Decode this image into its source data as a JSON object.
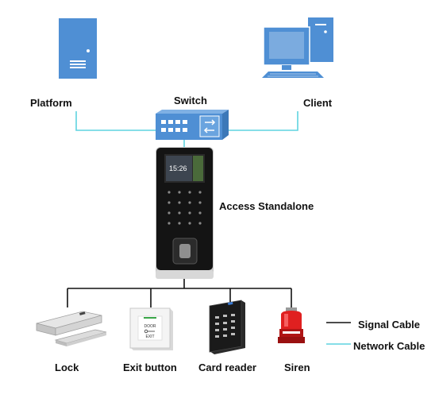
{
  "nodes": {
    "platform": "Platform",
    "switch": "Switch",
    "client": "Client",
    "access": "Access Standalone",
    "lock": "Lock",
    "exit_button": "Exit button",
    "card_reader": "Card reader",
    "siren": "Siren"
  },
  "device_screen": {
    "time": "15:26"
  },
  "exit_button_plate": {
    "line1": "DOOR",
    "line2": "EXIT"
  },
  "legend": [
    {
      "label": "Signal Cable",
      "color": "#111111"
    },
    {
      "label": "Network Cable",
      "color": "#5fd3e0"
    }
  ],
  "colors": {
    "network_cable": "#5fd3e0",
    "signal_cable": "#111111",
    "device_blue": "#4f8fd4"
  }
}
